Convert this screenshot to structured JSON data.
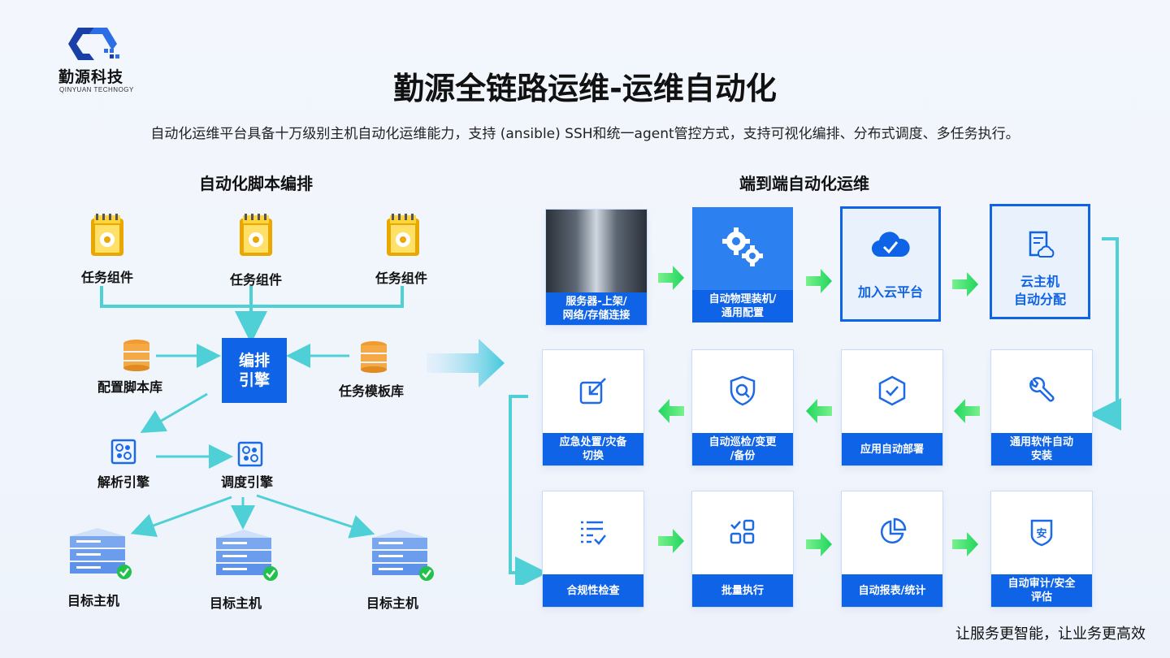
{
  "brand": {
    "name": "勤源科技",
    "sub": "QINYUAN TECHNOGY"
  },
  "title": "勤源全链路运维-运维自动化",
  "subtitle": "自动化运维平台具备十万级别主机自动化运维能力，支持 (ansible) SSH和统一agent管控方式，支持可视化编排、分布式调度、多任务执行。",
  "left": {
    "heading": "自动化脚本编排",
    "task_components": [
      "任务组件",
      "任务组件",
      "任务组件"
    ],
    "config_lib": "配置脚本库",
    "engine": "编排\n引擎",
    "template_lib": "任务模板库",
    "parse_engine": "解析引擎",
    "schedule_engine": "调度引擎",
    "targets": [
      "目标主机",
      "目标主机",
      "目标主机"
    ]
  },
  "right": {
    "heading": "端到端自动化运维",
    "row1": [
      {
        "label": "服务器-上架/\n网络/存储连接"
      },
      {
        "label": "自动物理装机/\n通用配置"
      },
      {
        "label": "加入云平台"
      },
      {
        "label": "云主机\n自动分配"
      }
    ],
    "row2": [
      {
        "label": "应急处置/灾备\n切换"
      },
      {
        "label": "自动巡检/变更\n/备份"
      },
      {
        "label": "应用自动部署"
      },
      {
        "label": "通用软件自动\n安装"
      }
    ],
    "row3": [
      {
        "label": "合规性检查"
      },
      {
        "label": "批量执行"
      },
      {
        "label": "自动报表/统计"
      },
      {
        "label": "自动审计/安全\n评估"
      }
    ]
  },
  "footer": "让服务更智能，让业务更高效",
  "colors": {
    "blue": "#0f63e6",
    "teal_line": "#4fd0d6",
    "green_arrow": "#2fe36a"
  }
}
